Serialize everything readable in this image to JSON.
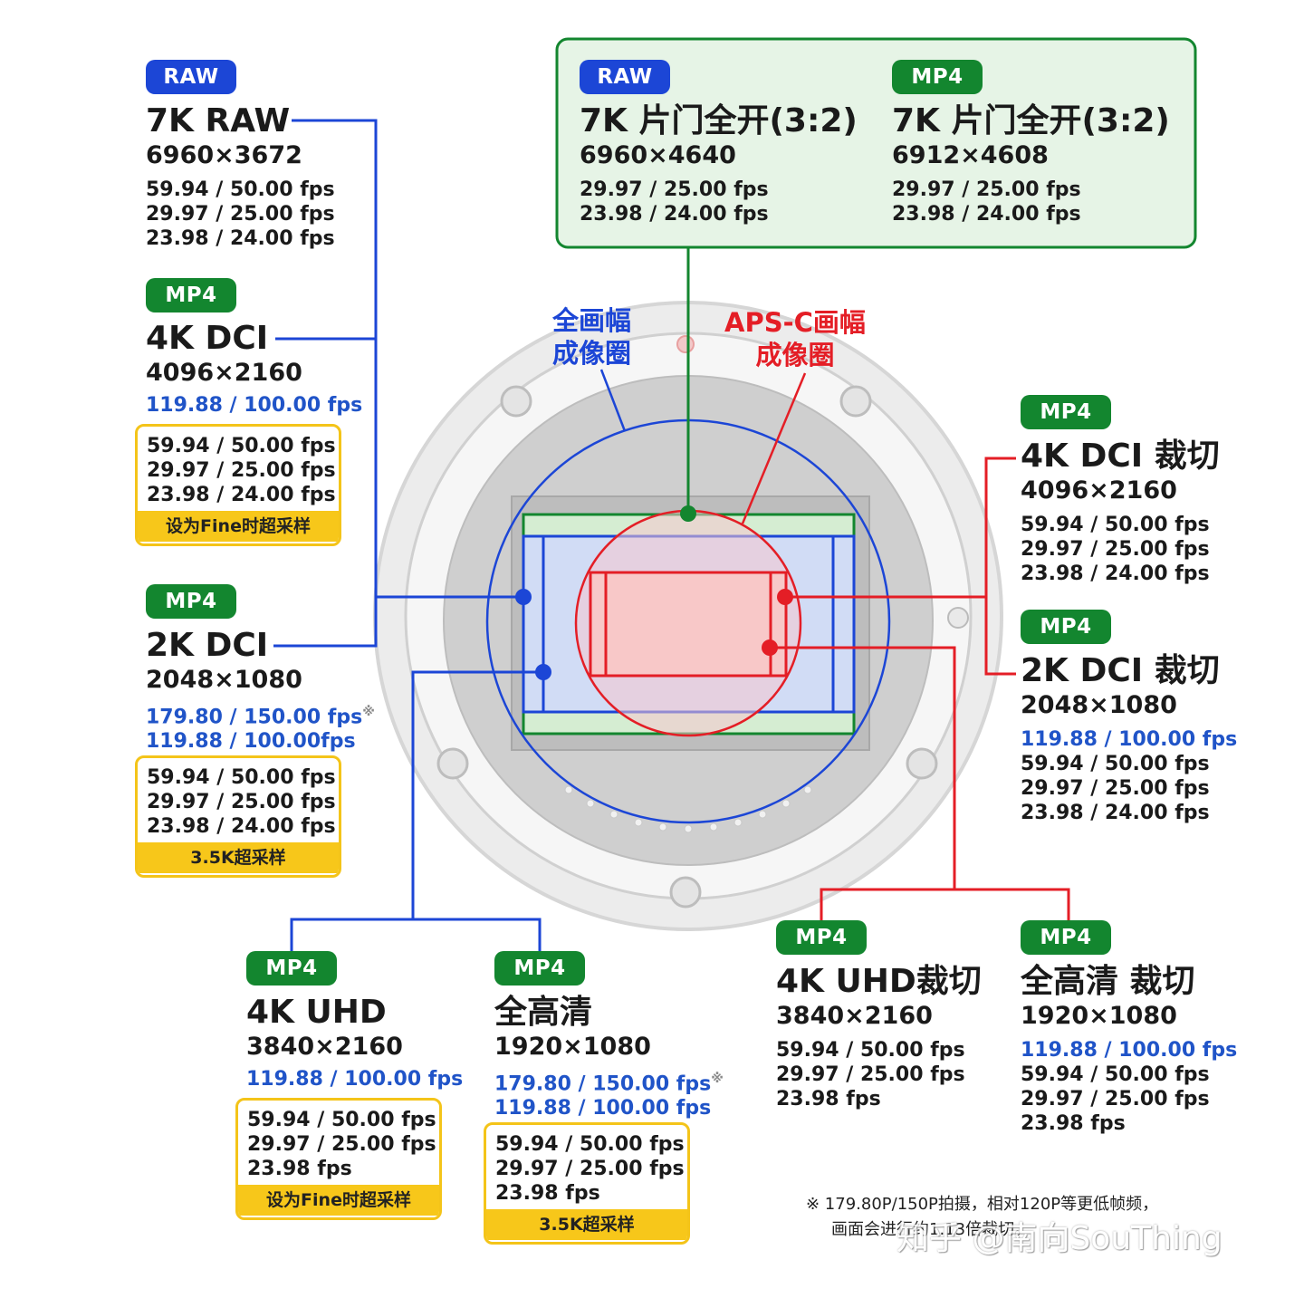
{
  "colors": {
    "full_frame": "#1c46d6",
    "apsc": "#e41e26",
    "open_gate": "#13862f",
    "supersample": "#f7c71a"
  },
  "labels": {
    "full_frame_circle": [
      "全画幅",
      "成像圈"
    ],
    "apsc_circle": [
      "APS-C画幅",
      "成像圈"
    ]
  },
  "formats": {
    "raw_7k": {
      "tag": "RAW",
      "title": "7K RAW",
      "resolution": "6960×3672",
      "fps": [
        "59.94 / 50.00 fps",
        "29.97 / 25.00 fps",
        "23.98 / 24.00 fps"
      ]
    },
    "dci_4k": {
      "tag": "MP4",
      "title": "4K DCI",
      "resolution": "4096×2160",
      "fps_high": [
        "119.88 / 100.00 fps"
      ],
      "fps": [
        "59.94 / 50.00 fps",
        "29.97 / 25.00 fps",
        "23.98 / 24.00 fps"
      ],
      "note": "设为Fine时超采样"
    },
    "dci_2k": {
      "tag": "MP4",
      "title": "2K DCI",
      "resolution": "2048×1080",
      "fps_high": [
        "179.80 / 150.00 fps",
        "119.88 / 100.00fps"
      ],
      "fps": [
        "59.94 / 50.00 fps",
        "29.97 / 25.00 fps",
        "23.98 / 24.00 fps"
      ],
      "note": "3.5K超采样"
    },
    "open_gate_raw": {
      "tag": "RAW",
      "title": "7K 片门全开(3:2)",
      "resolution": "6960×4640",
      "fps": [
        "29.97 / 25.00 fps",
        "23.98 / 24.00 fps"
      ]
    },
    "open_gate_mp4": {
      "tag": "MP4",
      "title": "7K 片门全开(3:2)",
      "resolution": "6912×4608",
      "fps": [
        "29.97 / 25.00 fps",
        "23.98 / 24.00 fps"
      ]
    },
    "dci_4k_crop": {
      "tag": "MP4",
      "title": "4K DCI 裁切",
      "resolution": "4096×2160",
      "fps": [
        "59.94 / 50.00 fps",
        "29.97 / 25.00 fps",
        "23.98 / 24.00 fps"
      ]
    },
    "dci_2k_crop": {
      "tag": "MP4",
      "title": "2K DCI 裁切",
      "resolution": "2048×1080",
      "fps_high": [
        "119.88 / 100.00 fps"
      ],
      "fps": [
        "59.94 / 50.00 fps",
        "29.97 / 25.00 fps",
        "23.98 / 24.00 fps"
      ]
    },
    "uhd_4k": {
      "tag": "MP4",
      "title": "4K UHD",
      "resolution": "3840×2160",
      "fps_high": [
        "119.88 / 100.00 fps"
      ],
      "fps": [
        "59.94 / 50.00 fps",
        "29.97 / 25.00 fps",
        "23.98 fps"
      ],
      "note": "设为Fine时超采样"
    },
    "fhd": {
      "tag": "MP4",
      "title": "全高清",
      "resolution": "1920×1080",
      "fps_high": [
        "179.80 / 150.00 fps",
        "119.88 / 100.00 fps"
      ],
      "fps": [
        "59.94 / 50.00 fps",
        "29.97 / 25.00 fps",
        "23.98 fps"
      ],
      "note": "3.5K超采样"
    },
    "uhd_4k_crop": {
      "tag": "MP4",
      "title": "4K UHD裁切",
      "resolution": "3840×2160",
      "fps": [
        "59.94 / 50.00 fps",
        "29.97 / 25.00 fps",
        "23.98 fps"
      ]
    },
    "fhd_crop": {
      "tag": "MP4",
      "title": "全高清 裁切",
      "resolution": "1920×1080",
      "fps_high": [
        "119.88 / 100.00 fps"
      ],
      "fps": [
        "59.94 / 50.00 fps",
        "29.97 / 25.00 fps",
        "23.98 fps"
      ]
    }
  },
  "asterisk": "※",
  "footnote": [
    "※ 179.80P/150P拍摄，相对120P等更低帧频，",
    "画面会进行约1.13倍裁切。"
  ],
  "watermark": "知乎 @南向SouThing"
}
